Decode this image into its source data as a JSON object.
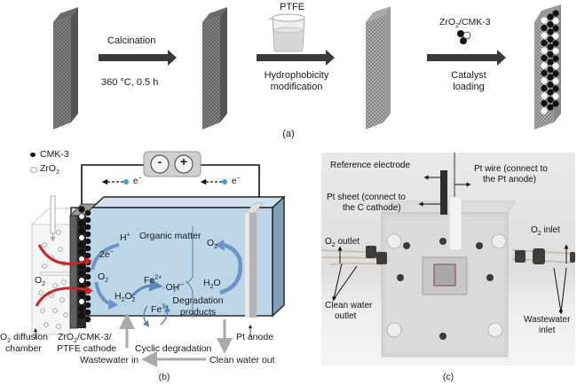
{
  "panel_a": {
    "caption": "(a)",
    "steps": [
      {
        "top": "Calcination",
        "bottom": "360 °C, 0.5 h"
      },
      {
        "top": "PTFE",
        "bottom_line1": "Hydrophobicity",
        "bottom_line2": "modification"
      },
      {
        "top_main": "ZrO",
        "top_sub": "2",
        "top_rest": "/CMK-3",
        "bottom_line1": "Catalyst",
        "bottom_line2": "loading"
      }
    ]
  },
  "panel_b": {
    "caption": "(b)",
    "legend": [
      {
        "label_main": "CMK-3",
        "marker": "black-dot"
      },
      {
        "label_main": "ZrO",
        "label_sub": "2",
        "marker": "white-dot"
      }
    ],
    "power_supply": {
      "minus": "-",
      "plus": "+"
    },
    "electron_label": "e",
    "electron_sup": "−",
    "reactions": {
      "h_plus": "H",
      "h_plus_sup": "+",
      "two_e": "2e",
      "two_e_sup": "−",
      "o2_cathode": "O",
      "o2_sub": "2",
      "organic_matter": "Organic matter",
      "fe2": "Fe",
      "fe2_sup": "2+",
      "oh": "·OH",
      "h2o2_a": "H",
      "h2o2_b": "2",
      "h2o2_c": "O",
      "h2o2_d": "2",
      "fe3": "Fe",
      "fe3_sup": "3+",
      "degradation_line1": "Degradation",
      "degradation_line2": "products",
      "o2_anode": "O",
      "o2_anode_sub": "2",
      "h2o_a": "H",
      "h2o_b": "2",
      "h2o_c": "O",
      "o2_chamber": "O",
      "o2_chamber_sub": "2"
    },
    "labels": {
      "diffusion_main": "O",
      "diffusion_sub": "2",
      "diffusion_rest": " diffusion",
      "diffusion_line2": "chamber",
      "cathode_main": "ZrO",
      "cathode_sub": "2",
      "cathode_rest": "/CMK-3/",
      "cathode_line2": "PTFE cathode",
      "anode": "Pt anode",
      "cyclic": "Cyclic degradation",
      "wastewater_in": "Wastewater in",
      "clean_out": "Clean water out"
    },
    "colors": {
      "water": "#bcd6e8",
      "electron": "#3aa3d8",
      "red_arrow": "#c8262a",
      "blue_arrow": "#6f93c6"
    }
  },
  "panel_c": {
    "caption": "(c)",
    "labels": {
      "reference": "Reference electrode",
      "pt_wire_1": "Pt wire (connect to",
      "pt_wire_2": "the Pt anode)",
      "pt_sheet_1": "Pt sheet (connect to",
      "pt_sheet_2": "the C cathode)",
      "o2_outlet_main": "O",
      "o2_outlet_sub": "2",
      "o2_outlet_rest": " outlet",
      "o2_inlet_main": "O",
      "o2_inlet_sub": "2",
      "o2_inlet_rest": " inlet",
      "clean_1": "Clean water",
      "clean_2": "outlet",
      "waste_1": "Wastewater",
      "waste_2": "inlet"
    }
  }
}
